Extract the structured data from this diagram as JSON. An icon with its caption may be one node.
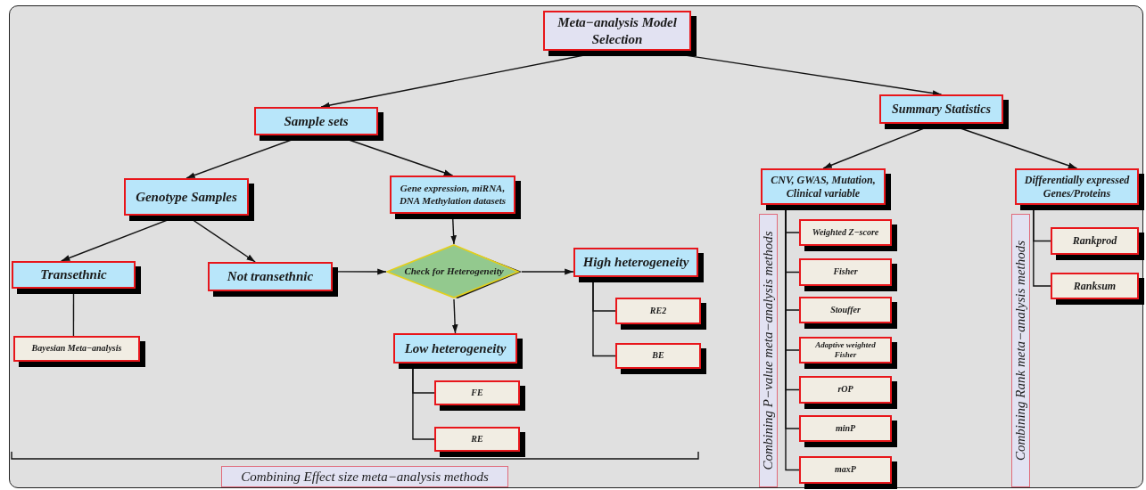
{
  "diagram": {
    "nodes": [
      {
        "text": [
          "Meta−analysis Model Selection"
        ]
      },
      {
        "text": [
          "Sample sets"
        ]
      },
      {
        "text": [
          "Summary Statistics"
        ]
      },
      {
        "text": [
          "Genotype Samples"
        ]
      },
      {
        "text": [
          "Gene expression, miRNA, DNA Methylation datasets"
        ]
      },
      {
        "text": [
          "CNV, GWAS, Mutation, Clinical variable"
        ]
      },
      {
        "text": [
          "Differentially expressed Genes/Proteins"
        ]
      },
      {
        "text": [
          "Transethnic"
        ]
      },
      {
        "text": [
          "Not transethnic"
        ]
      },
      {
        "text": [
          "Check for Heterogeneity"
        ]
      },
      {
        "text": [
          "High heterogeneity"
        ]
      },
      {
        "text": [
          "Weighted Z−score"
        ]
      },
      {
        "text": [
          "Rankprod"
        ]
      },
      {
        "text": [
          "Fisher"
        ]
      },
      {
        "text": [
          "Ranksum"
        ]
      },
      {
        "text": [
          "RE2"
        ]
      },
      {
        "text": [
          "Stouffer"
        ]
      },
      {
        "text": [
          "Bayesian Meta−analysis"
        ]
      },
      {
        "text": [
          "Low heterogeneity"
        ]
      },
      {
        "text": [
          "BE"
        ]
      },
      {
        "text": [
          "Adaptive weighted Fisher"
        ]
      },
      {
        "text": [
          "rOP"
        ]
      },
      {
        "text": [
          "FE"
        ]
      },
      {
        "text": [
          "minP"
        ]
      },
      {
        "text": [
          "RE"
        ]
      },
      {
        "text": [
          "maxP"
        ]
      },
      {
        "text": [
          "Combining P−value meta−analysis methods"
        ]
      },
      {
        "text": [
          "Combining Rank meta−analysis methods"
        ]
      },
      {
        "text": [
          "Combining Effect size meta−analysis methods"
        ]
      }
    ],
    "edges": [
      {
        "from": 0,
        "to": 1,
        "arrow": "to"
      },
      {
        "from": 0,
        "to": 2,
        "arrow": "to"
      },
      {
        "from": 1,
        "to": 3,
        "arrow": "to"
      },
      {
        "from": 1,
        "to": 4,
        "arrow": "to"
      },
      {
        "from": 2,
        "to": 5,
        "arrow": "to"
      },
      {
        "from": 2,
        "to": 6,
        "arrow": "to"
      },
      {
        "from": 3,
        "to": 7,
        "arrow": "to"
      },
      {
        "from": 3,
        "to": 8,
        "arrow": "to"
      },
      {
        "from": 4,
        "to": 9,
        "arrow": "to"
      },
      {
        "from": 8,
        "to": 9,
        "arrow": "to"
      },
      {
        "from": 9,
        "to": 10,
        "arrow": "to"
      },
      {
        "from": 9,
        "to": 18,
        "arrow": "to"
      },
      {
        "from": 7,
        "to": 17,
        "arrow": "none"
      },
      {
        "from": 10,
        "to": 15,
        "arrow": "none"
      },
      {
        "from": 10,
        "to": 19,
        "arrow": "none"
      },
      {
        "from": 18,
        "to": 22,
        "arrow": "none"
      },
      {
        "from": 18,
        "to": 24,
        "arrow": "none"
      },
      {
        "from": 5,
        "to": 11,
        "arrow": "none"
      },
      {
        "from": 5,
        "to": 13,
        "arrow": "none"
      },
      {
        "from": 5,
        "to": 16,
        "arrow": "none"
      },
      {
        "from": 5,
        "to": 20,
        "arrow": "none"
      },
      {
        "from": 5,
        "to": 21,
        "arrow": "none"
      },
      {
        "from": 5,
        "to": 23,
        "arrow": "none"
      },
      {
        "from": 5,
        "to": 25,
        "arrow": "none"
      },
      {
        "from": 6,
        "to": 12,
        "arrow": "none"
      },
      {
        "from": 6,
        "to": 14,
        "arrow": "none"
      }
    ]
  }
}
